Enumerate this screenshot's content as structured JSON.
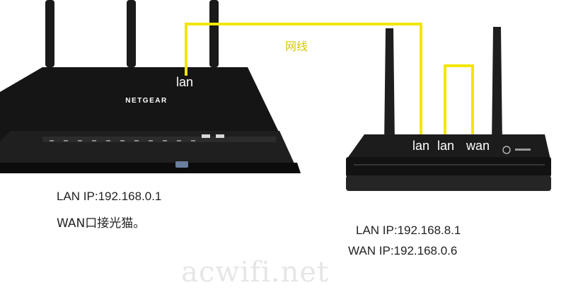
{
  "cable": {
    "label": "网线",
    "color": "#f2e600"
  },
  "router_left": {
    "brand": "NETGEAR",
    "port_label": "lan",
    "lan_ip": "LAN IP:192.168.0.1",
    "wan_note": "WAN口接光猫。"
  },
  "router_right": {
    "ports": [
      "lan",
      "lan",
      "wan"
    ],
    "lan_ip": "LAN IP:192.168.8.1",
    "wan_ip": "WAN IP:192.168.0.6"
  },
  "watermark": "acwifi.net",
  "colors": {
    "router_body": "#141414",
    "port_text": "#ffffff",
    "caption_text": "#222222"
  }
}
